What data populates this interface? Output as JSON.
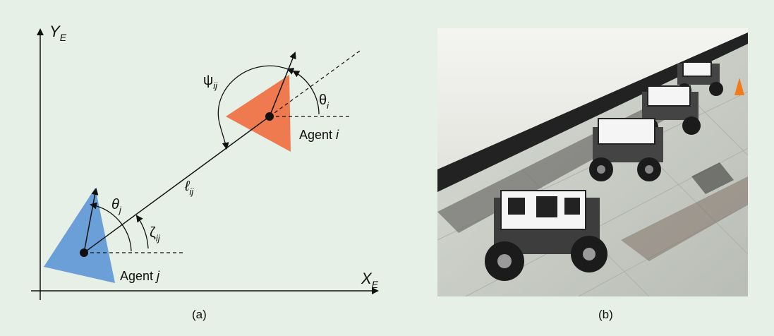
{
  "panel_a": {
    "caption": "(a)",
    "axes": {
      "y_label": "Y",
      "y_sub": "E",
      "x_label": "X",
      "x_sub": "E"
    },
    "agent_i": {
      "label_prefix": "Agent ",
      "label_var": "i",
      "color": "#ef7a50"
    },
    "agent_j": {
      "label_prefix": "Agent ",
      "label_var": "j",
      "color": "#6a9fd8"
    },
    "symbols": {
      "psi": "ψ",
      "psi_sub": "ij",
      "theta_i": "θ",
      "theta_i_sub": "i",
      "theta_j": "θ",
      "theta_j_sub": "j",
      "ell": "ℓ",
      "ell_sub": "ij",
      "zeta": "ζ",
      "zeta_sub": "ij"
    }
  },
  "panel_b": {
    "caption": "(b)",
    "colors": {
      "wall": "#f2f2ee",
      "floor": "#c9cdc6",
      "baseboard": "#1f1f1f",
      "cone": "#f07a1c"
    }
  }
}
